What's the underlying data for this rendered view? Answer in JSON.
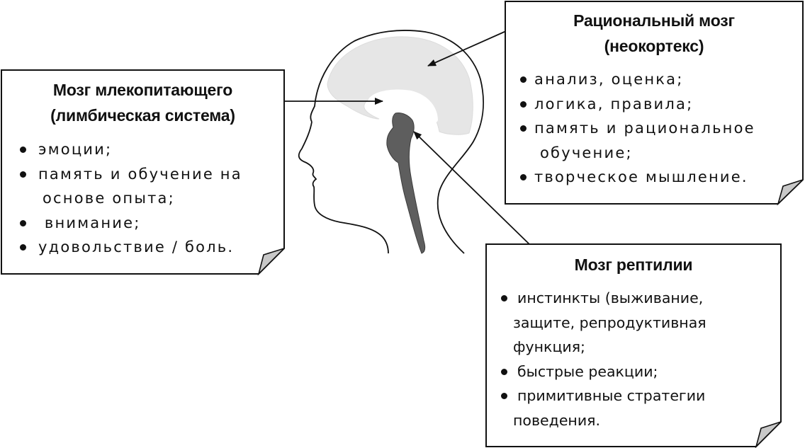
{
  "diagram": {
    "subject": "head-profile-triune-brain",
    "colors": {
      "outline": "#111111",
      "neocortex_fill": "#e6e6e6",
      "brainstem_fill": "#5e5e5e",
      "fold_fill": "#c8c8c8",
      "background": "#ffffff"
    },
    "boxes": {
      "limbic": {
        "title_line1": "Мозг млекопитающего",
        "title_line2": "(лимбическая система)",
        "items": [
          {
            "text": "эмоции;",
            "cont": ""
          },
          {
            "text": "память и обучение на",
            "cont": "основе опыта;"
          },
          {
            "text": " внимание;",
            "cont": ""
          },
          {
            "text": "удовольствие / боль.",
            "cont": ""
          }
        ]
      },
      "neocortex": {
        "title_line1": "Рациональный мозг",
        "title_line2": "(неокортекс)",
        "items": [
          {
            "text": "анализ, оценка;",
            "cont": ""
          },
          {
            "text": "логика, правила;",
            "cont": ""
          },
          {
            "text": "память и рациональное",
            "cont": "обучение;"
          },
          {
            "text": "творческое мышление.",
            "cont": ""
          }
        ]
      },
      "reptile": {
        "title_line1": "Мозг рептилии",
        "items": [
          {
            "text": "инстинкты (выживание,",
            "cont": "защите, репродуктивная",
            "cont2": "функция;"
          },
          {
            "text": "быстрые реакции;",
            "cont": ""
          },
          {
            "text": "примитивные стратегии",
            "cont": "поведения."
          }
        ]
      }
    },
    "arrows": [
      {
        "from": "neocortex-box",
        "to": "neocortex-region"
      },
      {
        "from": "limbic-box",
        "to": "limbic-region"
      },
      {
        "from": "reptile-box",
        "to": "brainstem-region"
      }
    ]
  }
}
